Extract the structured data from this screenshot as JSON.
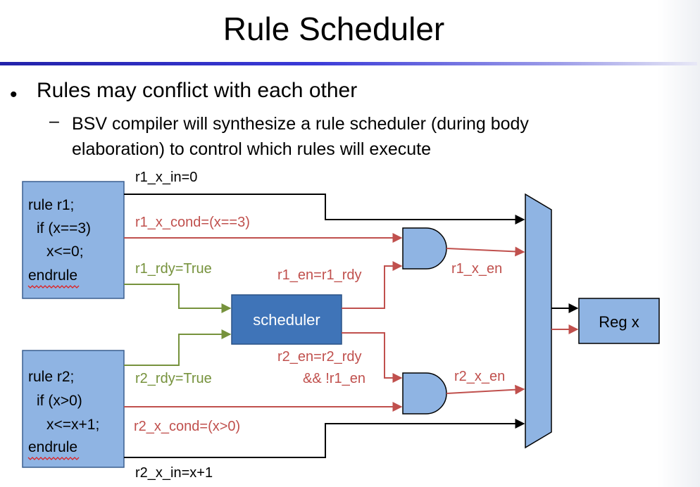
{
  "slide": {
    "title": "Rule Scheduler",
    "bullet": "Rules may conflict with each other",
    "sub_dash": "–",
    "sub_bullet_line1": "BSV compiler will synthesize a rule scheduler (during body",
    "sub_bullet_line2": "elaboration) to control which rules will execute"
  },
  "diagram": {
    "rule1": {
      "line1": "rule r1;",
      "line2": "if (x==3)",
      "line3": "x<=0;",
      "line4": "endrule"
    },
    "rule2": {
      "line1": "rule r2;",
      "line2": "if (x>0)",
      "line3": "x<=x+1;",
      "line4": "endrule"
    },
    "scheduler_label": "scheduler",
    "register_label": "Reg x",
    "signals": {
      "r1_x_in": "r1_x_in=0",
      "r1_x_cond": "r1_x_cond=(x==3)",
      "r1_rdy": "r1_rdy=True",
      "r1_en": "r1_en=r1_rdy",
      "r1_x_en": "r1_x_en",
      "r2_en_line1": "r2_en=r2_rdy",
      "r2_en_line2": "&& !r1_en",
      "r2_x_en": "r2_x_en",
      "r2_rdy": "r2_rdy=True",
      "r2_x_cond": "r2_x_cond=(x>0)",
      "r2_x_in": "r2_x_in=x+1"
    },
    "colors": {
      "box_fill": "#8fb4e3",
      "box_stroke": "#3a5f8f",
      "scheduler_fill": "#3f74b8",
      "red_wire": "#c0504d",
      "green_wire": "#76923c",
      "black_wire": "#000000",
      "spellcheck_underline": "#e02020"
    }
  }
}
